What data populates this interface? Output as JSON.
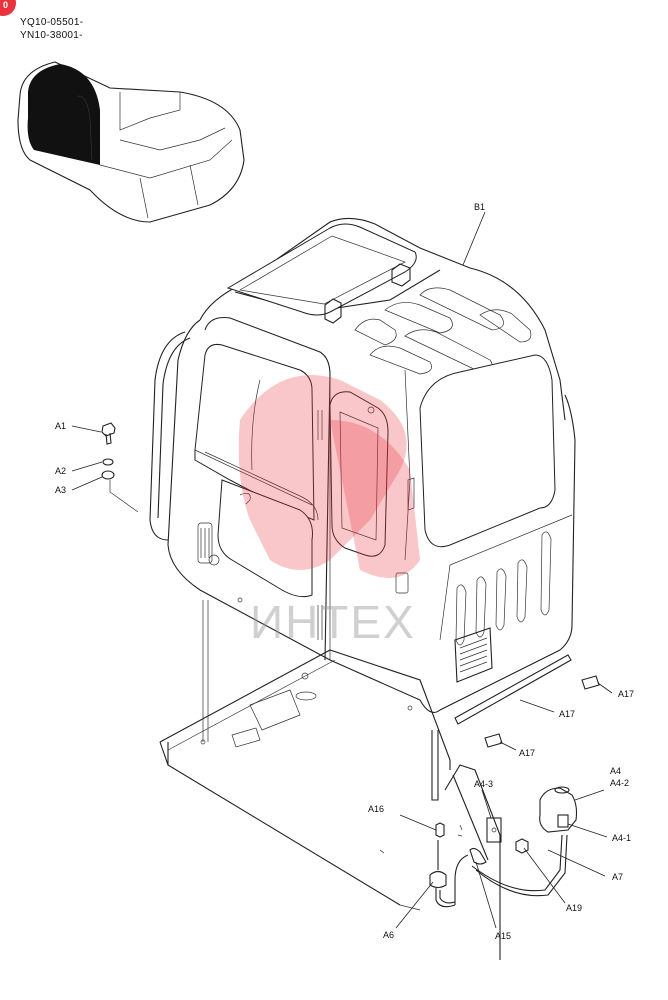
{
  "header": {
    "serial_line_1": "YQ10-05501-",
    "serial_line_2": "YN10-38001-",
    "corner_badge": "0"
  },
  "watermark": {
    "text": "ИНТЕХ"
  },
  "callouts": {
    "B1": "B1",
    "A1": "A1",
    "A2": "A2",
    "A3": "A3",
    "A4": "A4",
    "A4_2": "A4-2",
    "A4_3": "A4-3",
    "A4_1": "A4-1",
    "A7": "A7",
    "A16": "A16",
    "A19": "A19",
    "A6": "A6",
    "A15": "A15",
    "A17_right": "A17",
    "A17_mid": "A17",
    "A17_low": "A17"
  }
}
